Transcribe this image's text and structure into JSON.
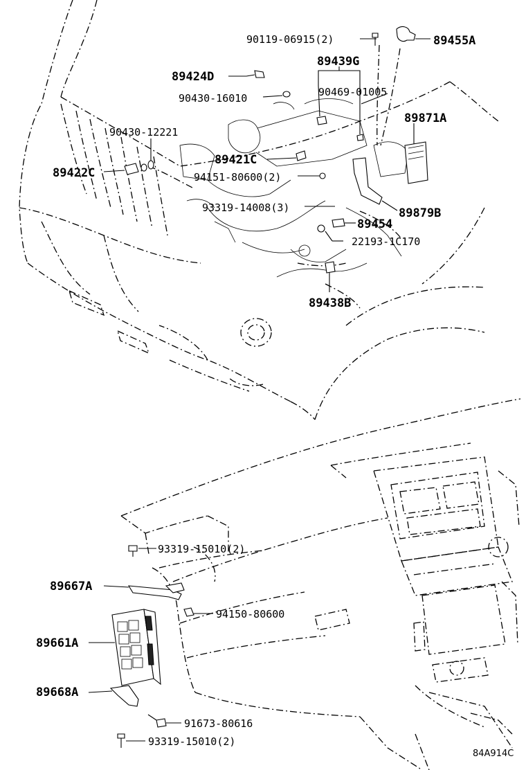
{
  "labels": {
    "p90119_06915": "90119-06915(2)",
    "p89455A": "89455A",
    "p89439G": "89439G",
    "p89424D": "89424D",
    "p90430_16010": "90430-16010",
    "p90469_01005": "90469-01005",
    "p89871A": "89871A",
    "p90430_12221": "90430-12221",
    "p89421C": "89421C",
    "p89422C": "89422C",
    "p94151_80600": "94151-80600(2)",
    "p93319_14008": "93319-14008(3)",
    "p89879B": "89879B",
    "p89454": "89454",
    "p22193_1C170": "22193-1C170",
    "p89438B": "89438B",
    "p93319_15010_top": "93319-15010(2)",
    "p89667A": "89667A",
    "p94150_80600": "94150-80600",
    "p89661A": "89661A",
    "p89668A": "89668A",
    "p91673_80616": "91673-80616",
    "p93319_15010_bot": "93319-15010(2)"
  },
  "diagram_code": "84A914C"
}
